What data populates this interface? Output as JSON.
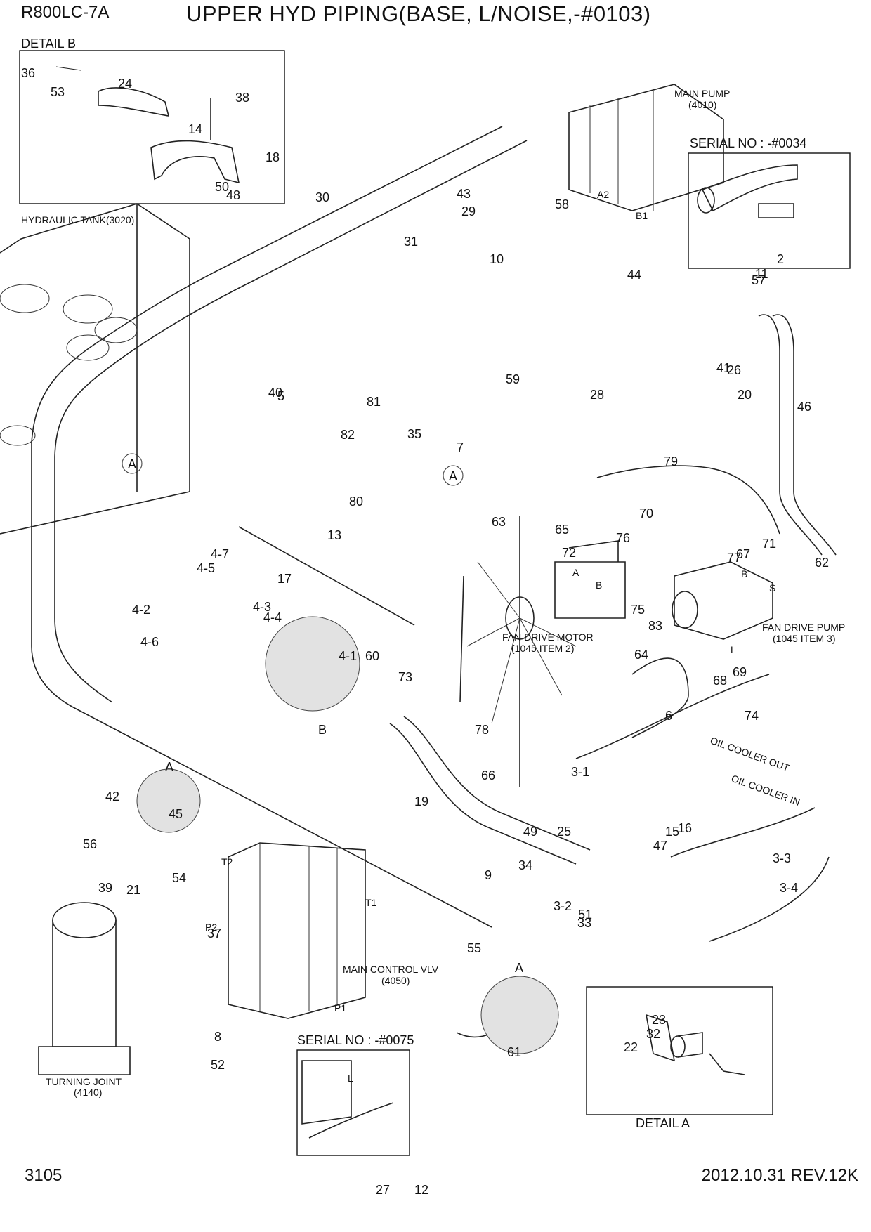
{
  "header": {
    "model": "R800LC-7A",
    "title": "UPPER HYD PIPING(BASE, L/NOISE,-#0103)"
  },
  "footer": {
    "page_number": "3105",
    "revision": "2012.10.31  REV.12K"
  },
  "insets": {
    "detail_b": "DETAIL B",
    "detail_a": "DETAIL A",
    "serial_top": "SERIAL NO : -#0034",
    "serial_bottom": "SERIAL NO : -#0075"
  },
  "captions": {
    "hydraulic_tank": "HYDRAULIC TANK(3020)",
    "main_pump": "MAIN PUMP",
    "main_pump_no": "(4010)",
    "fan_drive_motor": "FAN DRIVE MOTOR",
    "fan_drive_motor_no": "(1045 ITEM 2)",
    "fan_drive_pump": "FAN DRIVE PUMP",
    "fan_drive_pump_no": "(1045 ITEM 3)",
    "main_control_valve": "MAIN CONTROL VLV",
    "main_control_valve_no": "(4050)",
    "turning_joint": "TURNING JOINT",
    "turning_joint_no": "(4140)",
    "oil_cooler_out": "OIL COOLER OUT",
    "oil_cooler_in": "OIL COOLER IN"
  },
  "port_labels": [
    "A2",
    "B1",
    "T2",
    "T1",
    "P2",
    "P1",
    "A",
    "B",
    "S",
    "L"
  ],
  "view_markers": [
    "A",
    "A",
    "A",
    "A",
    "B"
  ],
  "callouts": [
    "36",
    "53",
    "24",
    "14",
    "38",
    "18",
    "50",
    "48",
    "30",
    "31",
    "43",
    "29",
    "58",
    "10",
    "44",
    "11",
    "57",
    "41",
    "26",
    "59",
    "28",
    "20",
    "2",
    "46",
    "62",
    "40",
    "5",
    "81",
    "82",
    "35",
    "80",
    "13",
    "7",
    "79",
    "63",
    "70",
    "65",
    "72",
    "76",
    "71",
    "67",
    "77",
    "4-7",
    "4-5",
    "17",
    "4-2",
    "4-6",
    "4-3",
    "4-4",
    "4-1",
    "60",
    "73",
    "75",
    "83",
    "64",
    "69",
    "68",
    "6",
    "74",
    "78",
    "66",
    "3-1",
    "25",
    "19",
    "49",
    "47",
    "15",
    "16",
    "3-3",
    "3-4",
    "3-2",
    "51",
    "33",
    "34",
    "9",
    "42",
    "45",
    "55",
    "56",
    "39",
    "21",
    "54",
    "37",
    "8",
    "52",
    "61",
    "22",
    "23",
    "32",
    "27",
    "12"
  ]
}
